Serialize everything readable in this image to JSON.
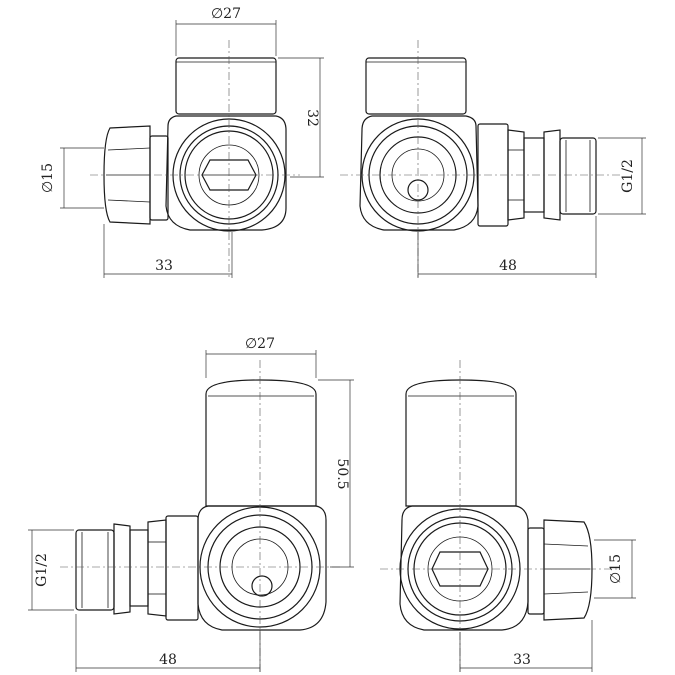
{
  "views": [
    {
      "id": "top-left",
      "dimensions": {
        "cap_diameter": "∅27",
        "height": "32",
        "width": "33",
        "pipe_diameter": "∅15"
      }
    },
    {
      "id": "top-right",
      "dimensions": {
        "width": "48",
        "thread": "G1/2"
      }
    },
    {
      "id": "bottom-left",
      "dimensions": {
        "cap_diameter": "∅27",
        "height": "50.5",
        "width": "48",
        "thread": "G1/2"
      }
    },
    {
      "id": "bottom-right",
      "dimensions": {
        "width": "33",
        "pipe_diameter": "∅15"
      }
    }
  ]
}
